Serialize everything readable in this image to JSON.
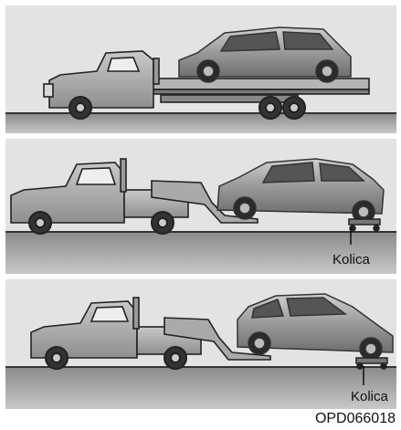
{
  "labels": {
    "dolly_label_1": "Kolica",
    "dolly_label_2": "Kolica",
    "figure_code": "OPD066018"
  }
}
